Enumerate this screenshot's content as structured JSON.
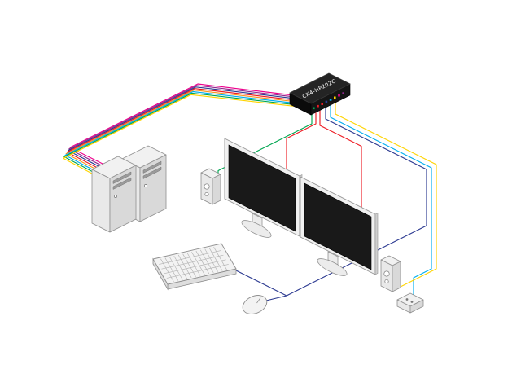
{
  "kvm_switch": {
    "label": "CK4-HP202C"
  },
  "colors": {
    "background": "#ffffff",
    "device_top": "#f1f1f1",
    "device_front": "#e9e9e9",
    "device_side": "#d9d9d9",
    "device_stroke": "#8f8f8f",
    "monitor_screen": "#191919",
    "switch_body": "#151515"
  },
  "cables": {
    "pc_bundle_colors": [
      "#ec008c",
      "#92278f",
      "#2b3990",
      "#ed1c24",
      "#f7941d",
      "#00aeef",
      "#00a651",
      "#ffd400"
    ],
    "peripheral_cables": [
      {
        "name": "monitor-1-video",
        "color": "#ed1c24"
      },
      {
        "name": "monitor-2-video",
        "color": "#ed1c24"
      },
      {
        "name": "keyboard-mouse",
        "color": "#2b3990"
      },
      {
        "name": "remote-control",
        "color": "#00aeef"
      },
      {
        "name": "speaker-right",
        "color": "#ffd400"
      },
      {
        "name": "speaker-left",
        "color": "#00a651"
      }
    ],
    "port_colors": [
      "#00a651",
      "#ed1c24",
      "#ed1c24",
      "#2b3990",
      "#00aeef",
      "#ffd400",
      "#ec008c",
      "#92278f"
    ]
  }
}
